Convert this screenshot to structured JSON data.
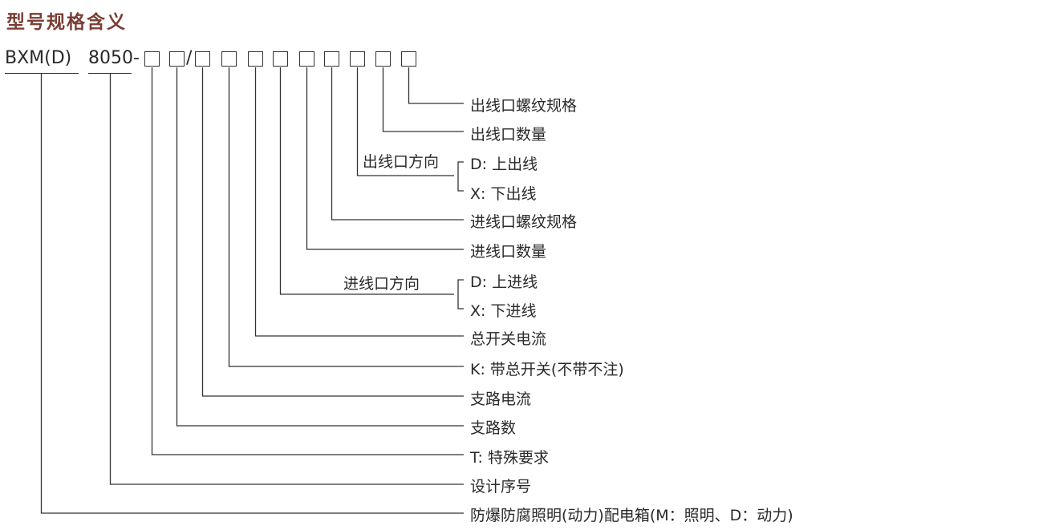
{
  "title": "型号规格含义",
  "model": {
    "prefix": "BXM(D)",
    "series": "8050-",
    "slash": "/"
  },
  "group_labels": {
    "outlet_direction": "出线口方向",
    "inlet_direction": "进线口方向"
  },
  "items": [
    {
      "key": "outlet_thread",
      "label": "出线口螺纹规格"
    },
    {
      "key": "outlet_qty",
      "label": "出线口数量"
    },
    {
      "key": "outlet_up",
      "label": "D: 上出线"
    },
    {
      "key": "outlet_down",
      "label": "X: 下出线"
    },
    {
      "key": "inlet_thread",
      "label": "进线口螺纹规格"
    },
    {
      "key": "inlet_qty",
      "label": "进线口数量"
    },
    {
      "key": "inlet_up",
      "label": "D: 上进线"
    },
    {
      "key": "inlet_down",
      "label": "X: 下进线"
    },
    {
      "key": "main_current",
      "label": "总开关电流"
    },
    {
      "key": "main_switch",
      "label": "K: 带总开关(不带不注)"
    },
    {
      "key": "branch_current",
      "label": "支路电流"
    },
    {
      "key": "branch_count",
      "label": "支路数"
    },
    {
      "key": "special",
      "label": "T: 特殊要求"
    },
    {
      "key": "design_no",
      "label": "设计序号"
    },
    {
      "key": "product",
      "label": "防爆防腐照明(动力)配电箱(M：照明、D：动力)"
    }
  ]
}
